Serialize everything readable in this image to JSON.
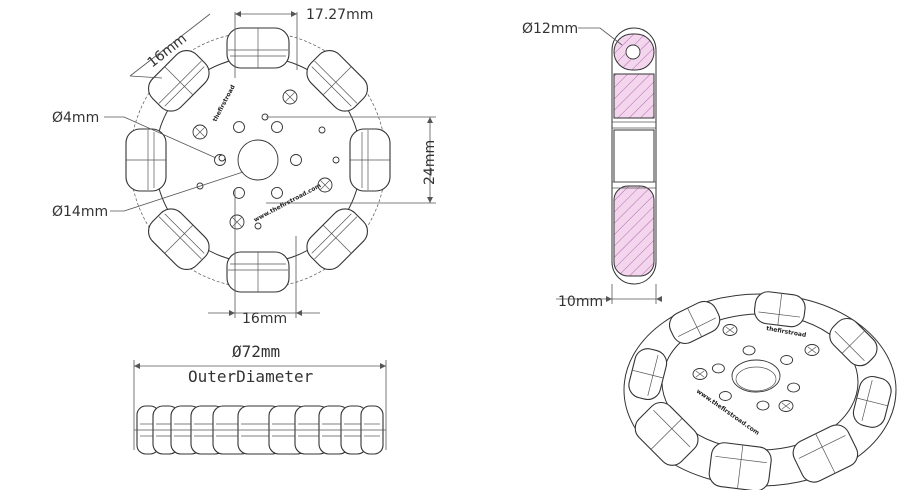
{
  "title": "",
  "dimensions": {
    "roller_width": "17.27mm",
    "roller_length": "16mm",
    "small_hole": "Ø4mm",
    "center_hole": "Ø14mm",
    "hole_spacing_vertical": "24mm",
    "hole_spacing_horizontal": "16mm",
    "roller_diameter": "Ø12mm",
    "wheel_thickness": "10mm",
    "outer_diameter": "Ø72mm",
    "outer_diameter_caption": "OuterDiameter"
  },
  "brand_marks": {
    "text_a": "thefirstroad",
    "text_b": "www.thefirstroad.com"
  },
  "colors": {
    "line": "#333333",
    "hatch_fill": "#f3d6ee",
    "hatch_line": "#b26aa8"
  }
}
